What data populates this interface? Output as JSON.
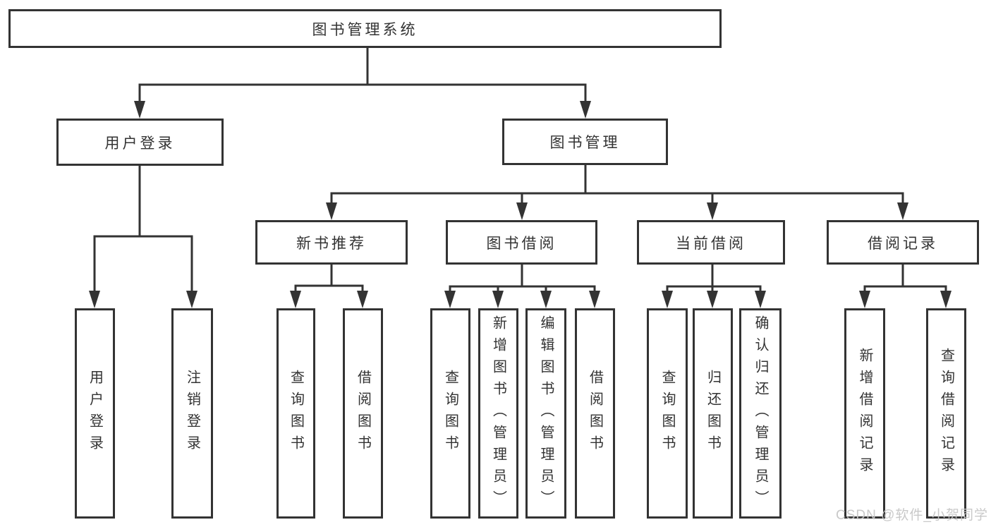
{
  "tree": {
    "label": "图书管理系统",
    "children": [
      {
        "label": "用户登录",
        "children": [
          {
            "label": "用户登录"
          },
          {
            "label": "注销登录"
          }
        ]
      },
      {
        "label": "图书管理",
        "children": [
          {
            "label": "新书推荐",
            "children": [
              {
                "label": "查询图书"
              },
              {
                "label": "借阅图书"
              }
            ]
          },
          {
            "label": "图书借阅",
            "children": [
              {
                "label": "查询图书"
              },
              {
                "label": "新增图书（管理员）"
              },
              {
                "label": "编辑图书（管理员）"
              },
              {
                "label": "借阅图书"
              }
            ]
          },
          {
            "label": "当前借阅",
            "children": [
              {
                "label": "查询图书"
              },
              {
                "label": "归还图书"
              },
              {
                "label": "确认归还（管理员）"
              }
            ]
          },
          {
            "label": "借阅记录",
            "children": [
              {
                "label": "新增借阅记录"
              },
              {
                "label": "查询借阅记录"
              }
            ]
          }
        ]
      }
    ]
  },
  "watermark": {
    "text": "CSDN @软件_小贺同学"
  },
  "colors": {
    "line": "#333333",
    "box_border": "#333333",
    "box_fill": "#ffffff",
    "text": "#333333",
    "watermark": "#c6c6c6",
    "background": "#ffffff"
  }
}
